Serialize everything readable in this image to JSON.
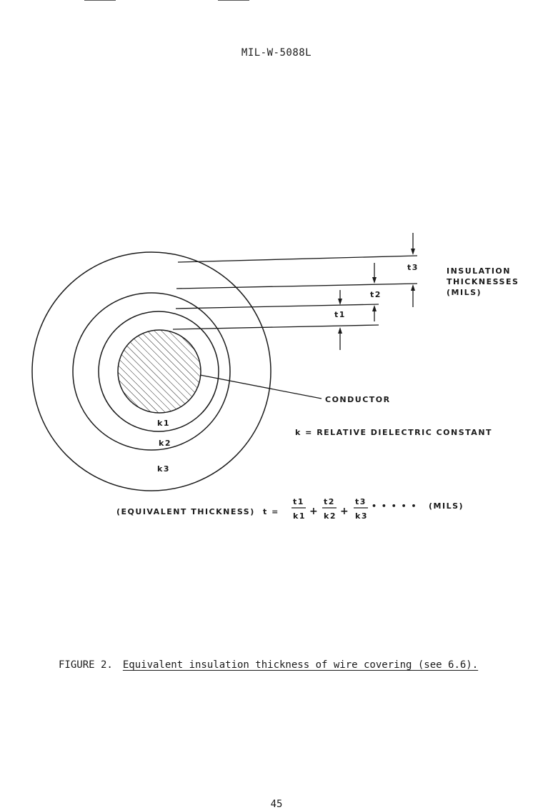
{
  "header": {
    "doc_id": "MIL-W-5088L"
  },
  "figure": {
    "labels": {
      "t3": "t3",
      "t2": "t2",
      "t1": "t1",
      "insulation_line1": "INSULATION",
      "insulation_line2": "THICKNESSES",
      "insulation_line3": "(MILS)",
      "conductor": "CONDUCTOR",
      "k1": "k1",
      "k2": "k2",
      "k3": "k3",
      "dielectric": "k =  RELATIVE  DIELECTRIC  CONSTANT"
    },
    "equation": {
      "prefix": "(EQUIVALENT  THICKNESS)",
      "lhs": "t =",
      "num1": "t1",
      "den1": "k1",
      "num2": "t2",
      "den2": "k2",
      "num3": "t3",
      "den3": "k3",
      "plus": "+",
      "dots": "• • • • •",
      "unit": "(MILS)"
    }
  },
  "caption": {
    "label": "FIGURE 2.",
    "text": "Equivalent insulation thickness of wire covering (see 6.6)."
  },
  "page_number": "45"
}
